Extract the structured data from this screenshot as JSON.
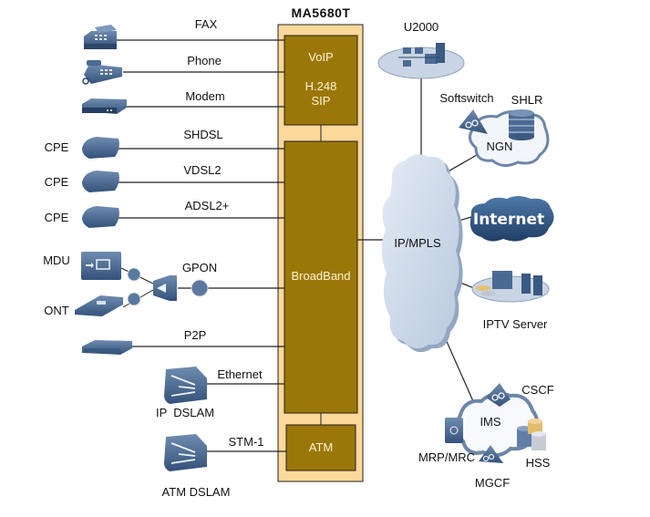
{
  "device": {
    "title": "MA5680T",
    "blocks": {
      "voip": [
        "VoIP",
        "H.248",
        "SIP"
      ],
      "broadband": "BroadBand",
      "atm": "ATM"
    },
    "colors": {
      "outer": "#fcd89a",
      "block": "#9a7708",
      "block_text": "#fff4d0"
    }
  },
  "left_links": [
    {
      "device": "fax-icon",
      "link": "FAX",
      "device_label": ""
    },
    {
      "device": "phone-icon",
      "link": "Phone",
      "device_label": ""
    },
    {
      "device": "modem-icon",
      "link": "Modem",
      "device_label": ""
    },
    {
      "device": "cpe-icon",
      "link": "SHDSL",
      "device_label": "CPE"
    },
    {
      "device": "cpe-icon",
      "link": "VDSL2",
      "device_label": "CPE"
    },
    {
      "device": "cpe-icon",
      "link": "ADSL2+",
      "device_label": "CPE"
    },
    {
      "device": "splitter-icon",
      "link": "GPON",
      "device_label": ""
    },
    {
      "device": "switch-icon",
      "link": "P2P",
      "device_label": ""
    },
    {
      "device": "dslam-icon",
      "link": "Ethernet",
      "device_label": "IP  DSLAM"
    },
    {
      "device": "dslam-icon",
      "link": "STM-1",
      "device_label": "ATM DSLAM"
    }
  ],
  "gpon_devices": {
    "mdu": "MDU",
    "ont": "ONT"
  },
  "right": {
    "core": "IP/MPLS",
    "u2000": "U2000",
    "ngn": {
      "cloud": "NGN",
      "softswitch": "Softswitch",
      "shlr": "SHLR"
    },
    "internet": "Internet",
    "iptv": "IPTV Server",
    "ims": {
      "cloud": "IMS",
      "cscf": "CSCF",
      "hss": "HSS",
      "mrp": "MRP/MRC",
      "mgcf": "MGCF"
    }
  }
}
